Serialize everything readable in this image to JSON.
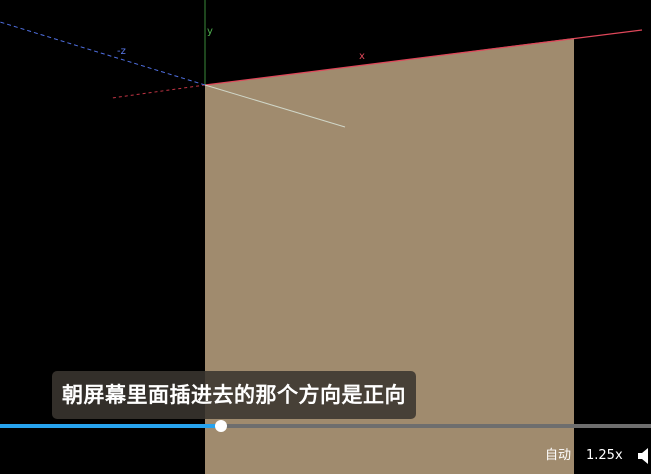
{
  "scene": {
    "axes": {
      "x_label": "x",
      "y_label": "y",
      "z_label": "-z"
    },
    "colors": {
      "background": "#000000",
      "plane": "#a08b6e",
      "x_axis": "#e0475a",
      "y_axis": "#3a8a3a",
      "z_axis": "#4f6fe0",
      "z_axis_positive": "#d0d6c8"
    }
  },
  "subtitle": {
    "text": "朝屏幕里面插进去的那个方向是正向"
  },
  "progress": {
    "fraction": 0.34,
    "fill_color": "#27a3ee"
  },
  "controls": {
    "quality_label": "自动",
    "speed_label": "1.25x",
    "volume_icon": "speaker-icon"
  }
}
